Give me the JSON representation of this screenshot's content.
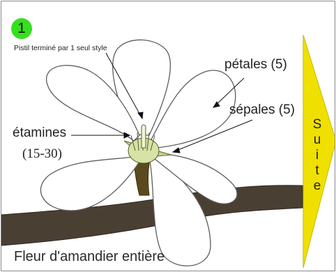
{
  "badge": {
    "number": "1"
  },
  "labels": {
    "pistil": "Pistil terminé par 1 seul style",
    "petales": "pétales (5)",
    "sepales": "sépales (5)",
    "etamines": "étamines",
    "etamines_count": "(15-30)",
    "caption": "Fleur d'amandier entière"
  },
  "suite": {
    "letters": [
      "S",
      "u",
      "i",
      "t",
      "e"
    ]
  },
  "colors": {
    "badge": "#36e01f",
    "arrow": "#f0e000",
    "branch": "#4a3f33",
    "stamens": "#d7e3a6"
  }
}
